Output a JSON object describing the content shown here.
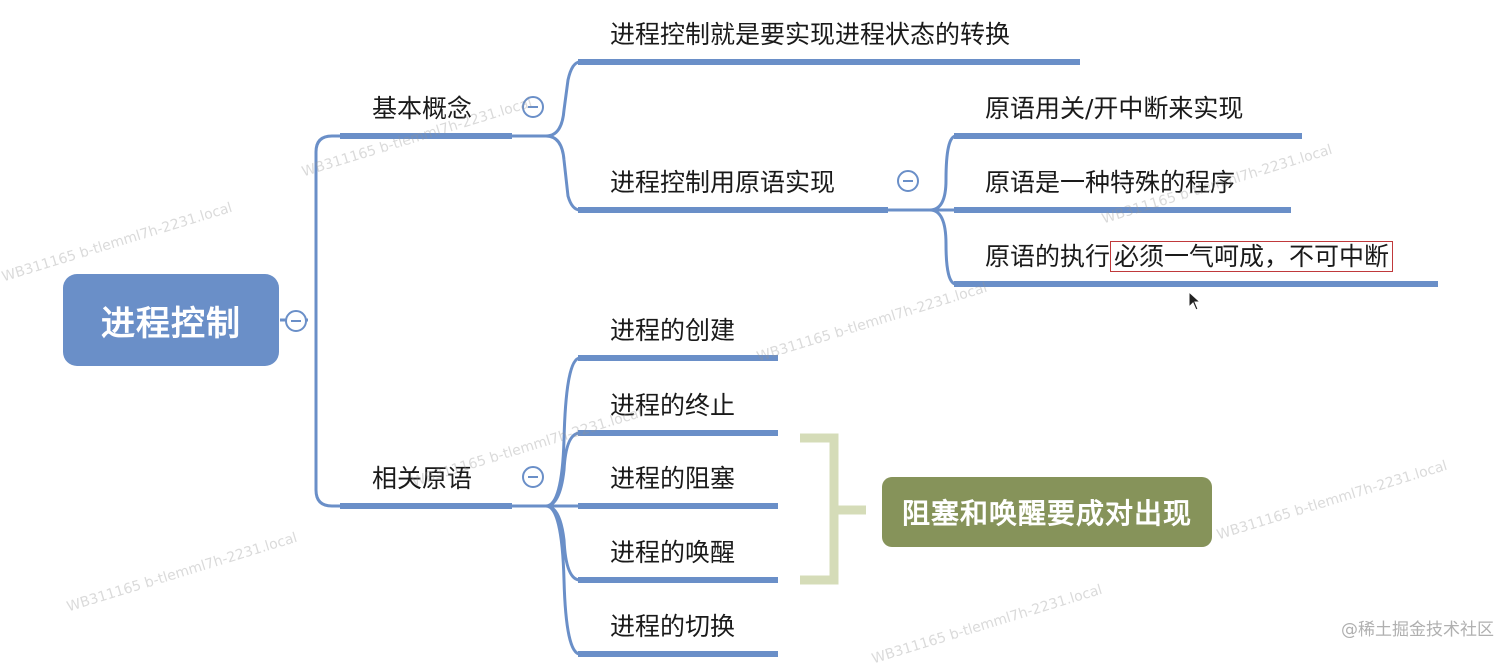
{
  "root": {
    "label": "进程控制"
  },
  "branches": [
    {
      "label": "基本概念",
      "children": [
        {
          "label": "进程控制就是要实现进程状态的转换"
        },
        {
          "label": "进程控制用原语实现",
          "children": [
            {
              "label": "原语用关/开中断来实现"
            },
            {
              "label": "原语是一种特殊的程序"
            },
            {
              "label_plain": "原语的执行",
              "label_highlight": "必须一气呵成，不可中断"
            }
          ]
        }
      ]
    },
    {
      "label": "相关原语",
      "children": [
        {
          "label": "进程的创建"
        },
        {
          "label": "进程的终止"
        },
        {
          "label": "进程的阻塞"
        },
        {
          "label": "进程的唤醒"
        },
        {
          "label": "进程的切换"
        }
      ]
    }
  ],
  "note": {
    "label": "阻塞和唤醒要成对出现"
  },
  "watermark": "WB311165 b-tlemml7h-2231.local",
  "credit": "@稀土掘金技术社区",
  "colors": {
    "line": "#6a8fc8",
    "root": "#6a8fc8",
    "note": "#86935a",
    "bracket": "#d5dcb8",
    "highlight": "#c0393b"
  }
}
